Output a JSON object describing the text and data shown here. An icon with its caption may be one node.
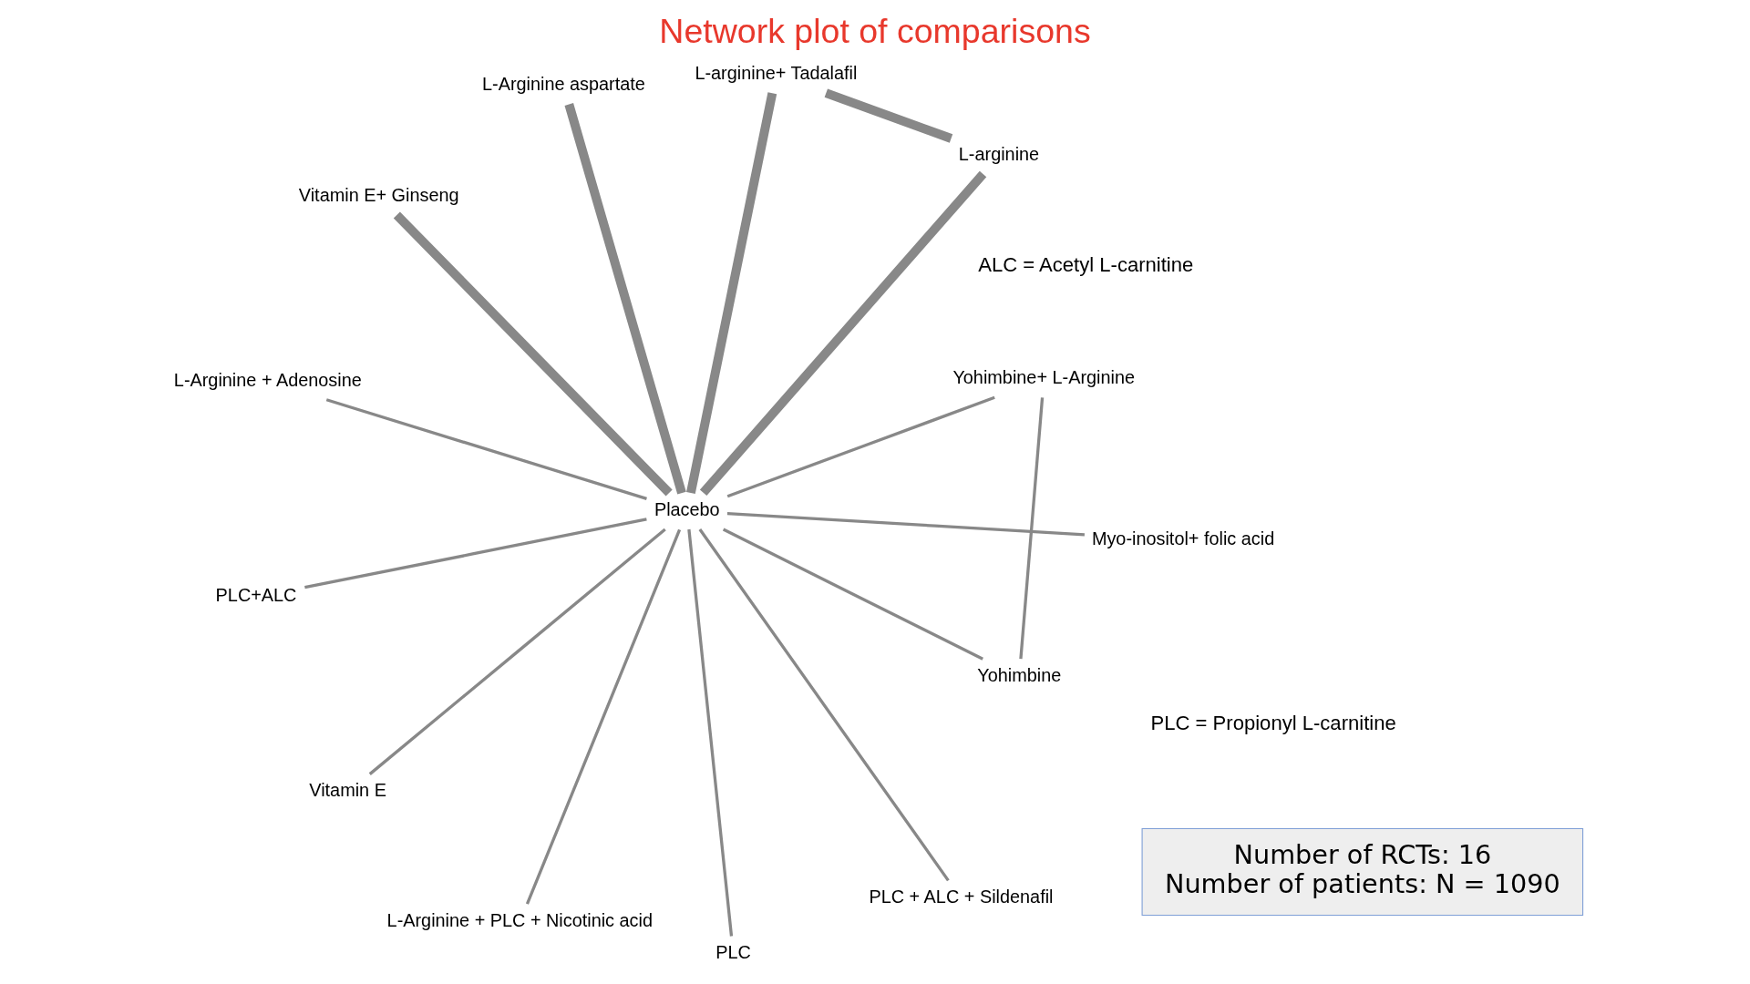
{
  "diagram": {
    "title": "Network plot of comparisons",
    "nodes": [
      {
        "text": [
          "Placebo"
        ]
      },
      {
        "text": [
          "Myo-inositol+ folic acid"
        ]
      },
      {
        "text": [
          "L-Arginine + PLC + Nicotinic acid"
        ]
      },
      {
        "text": [
          "L-Arginine aspartate"
        ]
      },
      {
        "text": [
          "Yohimbine+ L-Arginine"
        ]
      },
      {
        "text": [
          "Vitamin E+ Ginseng"
        ]
      },
      {
        "text": [
          "PLC+ALC"
        ]
      },
      {
        "text": [
          "PLC + ALC + Sildenafil"
        ]
      },
      {
        "text": [
          "Vitamin E"
        ]
      },
      {
        "text": [
          "Yohimbine"
        ]
      },
      {
        "text": [
          "PLC"
        ]
      },
      {
        "text": [
          "L-Arginine + Adenosine"
        ]
      },
      {
        "text": [
          "L-arginine"
        ]
      },
      {
        "text": [
          "L-arginine+ Tadalafil"
        ]
      },
      {
        "text": [
          "Number of RCTs: 16",
          "Number of patients: N = 1090"
        ]
      }
    ],
    "edges": [
      {
        "from": 1,
        "to": 0,
        "arrow": "none"
      },
      {
        "from": 2,
        "to": 0,
        "arrow": "none"
      },
      {
        "from": 3,
        "to": 0,
        "arrow": "none",
        "style": "thick"
      },
      {
        "from": 4,
        "to": 0,
        "arrow": "none"
      },
      {
        "from": 4,
        "to": 9,
        "arrow": "none"
      },
      {
        "from": 5,
        "to": 0,
        "arrow": "none",
        "style": "thick"
      },
      {
        "from": 6,
        "to": 0,
        "arrow": "none"
      },
      {
        "from": 7,
        "to": 0,
        "arrow": "none"
      },
      {
        "from": 8,
        "to": 0,
        "arrow": "none"
      },
      {
        "from": 9,
        "to": 0,
        "arrow": "none"
      },
      {
        "from": 10,
        "to": 0,
        "arrow": "none"
      },
      {
        "from": 11,
        "to": 0,
        "arrow": "none"
      },
      {
        "from": 12,
        "to": 0,
        "arrow": "none",
        "style": "thick"
      },
      {
        "from": 13,
        "to": 0,
        "arrow": "none",
        "style": "thick"
      },
      {
        "from": 12,
        "to": 13,
        "arrow": "none",
        "style": "thick"
      }
    ],
    "labels": [
      "ALC = Acetyl L-carnitine",
      "PLC = Propionyl L-carnitine"
    ]
  }
}
